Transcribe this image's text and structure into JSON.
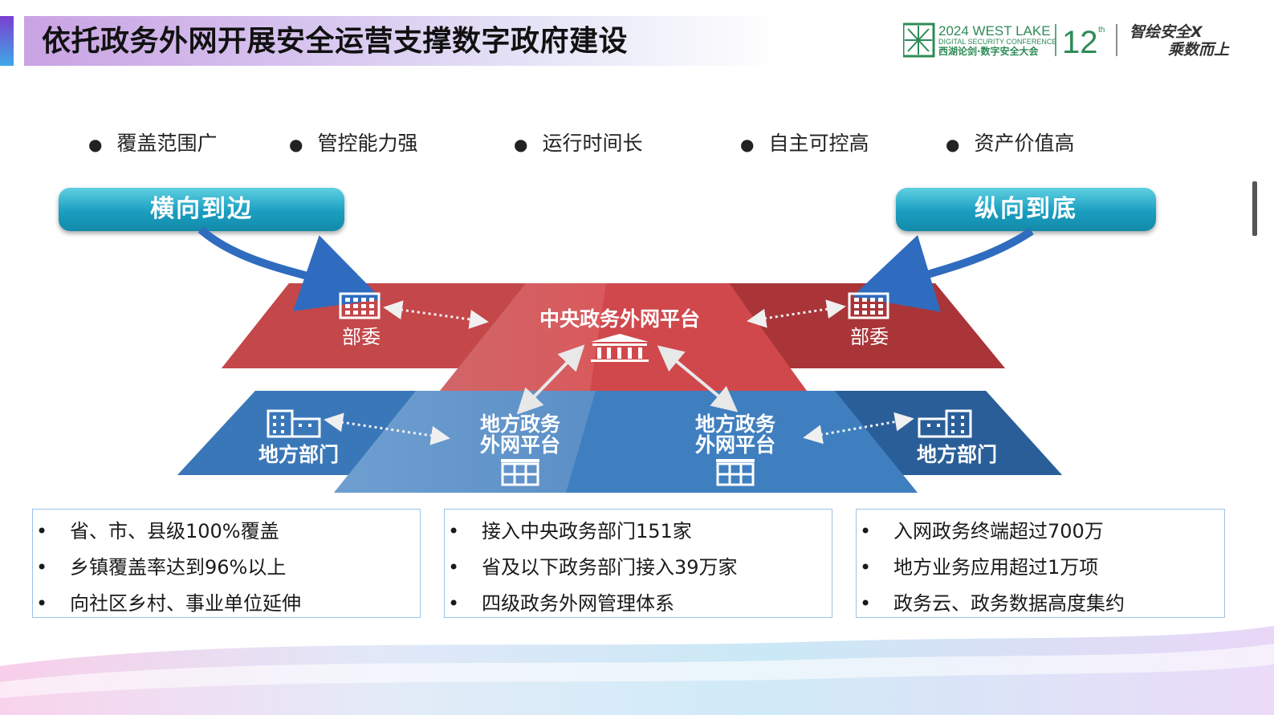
{
  "title": "依托政务外网开展安全运营支撑数字政府建设",
  "logo": {
    "conf_line1": "2024 WEST LAKE",
    "conf_line2": "DIGITAL SECURITY CONFERENCE",
    "conf_line3": "西湖论剑·数字安全大会",
    "edition_number": "12",
    "edition_suffix": "th",
    "slogan_line1": "智绘安全X",
    "slogan_line2": "乘数而上"
  },
  "features": [
    "覆盖范围广",
    "管控能力强",
    "运行时间长",
    "自主可控高",
    "资产价值高"
  ],
  "pills": {
    "left": "横向到边",
    "right": "纵向到底"
  },
  "diagram": {
    "center_platform": "中央政务外网平台",
    "ministry_left": "部委",
    "ministry_right": "部委",
    "local_platform_left": [
      "地方政务",
      "外网平台"
    ],
    "local_platform_right": [
      "地方政务",
      "外网平台"
    ],
    "local_dept_left": "地方部门",
    "local_dept_right": "地方部门"
  },
  "boxes": [
    [
      "省、市、县级100%覆盖",
      "乡镇覆盖率达到96%以上",
      "向社区乡村、事业单位延伸"
    ],
    [
      "接入中央政务部门151家",
      "省及以下政务部门接入39万家",
      "四级政务外网管理体系"
    ],
    [
      "入网政务终端超过700万",
      "地方业务应用超过1万项",
      "政务云、政务数据高度集约"
    ]
  ],
  "colors": {
    "red_dark": "#b83a3e",
    "red_light": "#d86a6c",
    "blue_dark": "#2f6aa8",
    "blue_light": "#6b9fd0",
    "arrow_blue": "#2f6cbf",
    "pill_teal": "#1a9ec0"
  },
  "icons": [
    "building-icon",
    "government-hall-icon",
    "office-block-icon",
    "bank-icon",
    "dotted-double-arrow-icon",
    "curved-arrow-icon"
  ]
}
